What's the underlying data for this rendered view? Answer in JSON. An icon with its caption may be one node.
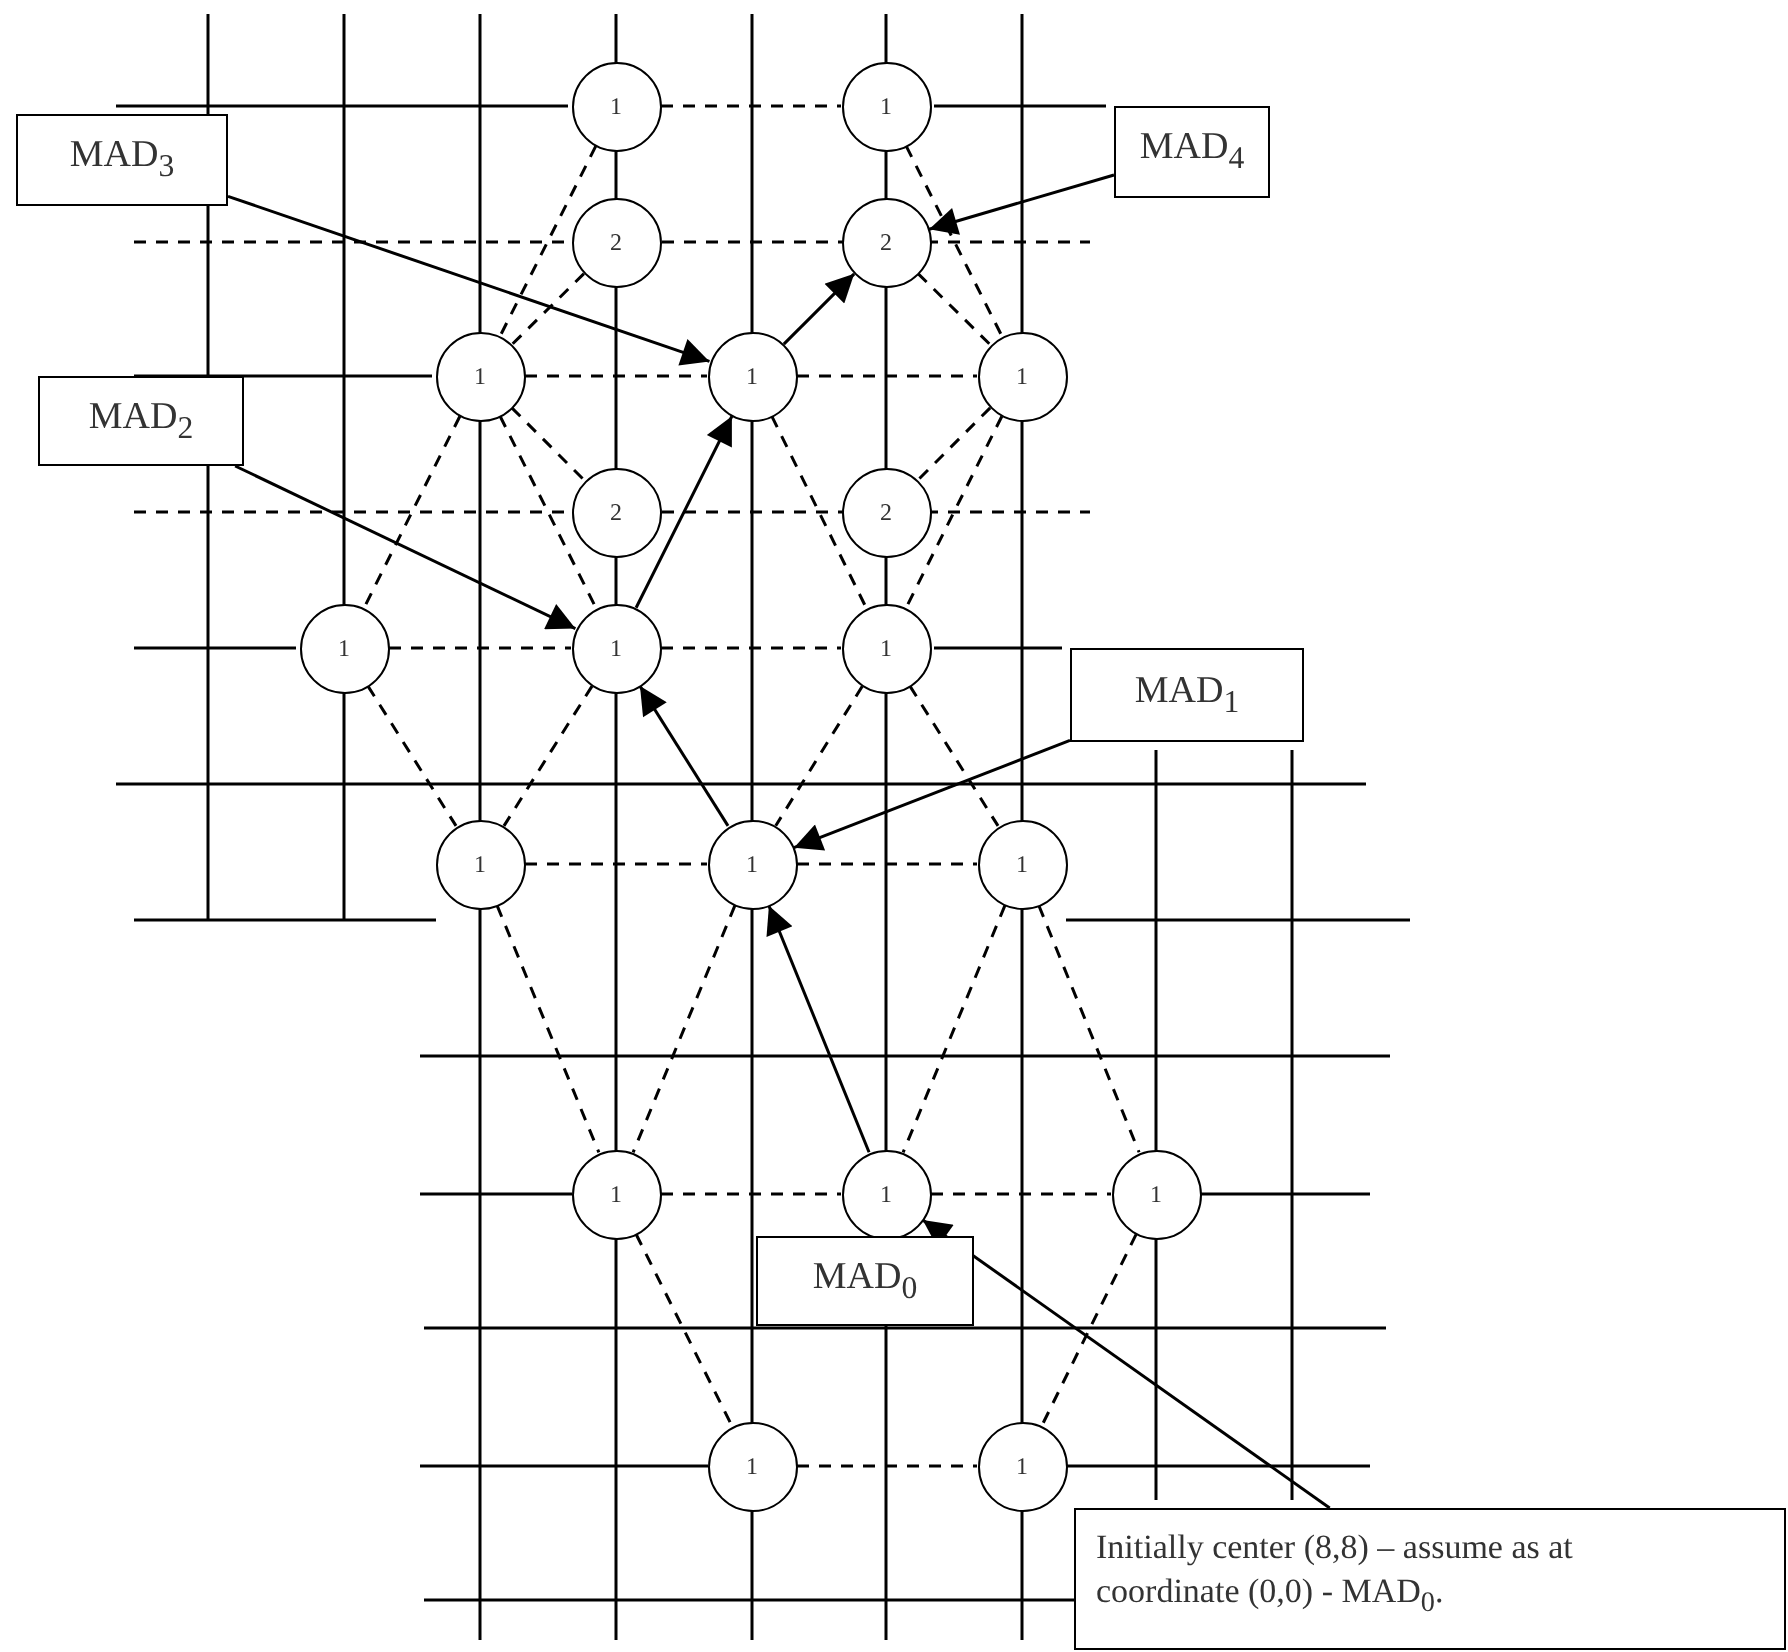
{
  "diagram": {
    "nodes": [
      {
        "text": [
          "1"
        ]
      },
      {
        "text": [
          "1"
        ]
      },
      {
        "text": [
          "MAD$_{4}$"
        ]
      },
      {
        "text": [
          "MAD$_{3}$"
        ]
      },
      {
        "text": [
          "2"
        ]
      },
      {
        "text": [
          "2"
        ]
      },
      {
        "text": [
          "1"
        ]
      },
      {
        "text": [
          "1"
        ]
      },
      {
        "text": [
          "1"
        ]
      },
      {
        "text": [
          "MAD$_{2}$"
        ]
      },
      {
        "text": [
          "2"
        ]
      },
      {
        "text": [
          "2"
        ]
      },
      {
        "text": [
          "1"
        ]
      },
      {
        "text": [
          "1"
        ]
      },
      {
        "text": [
          "1"
        ]
      },
      {
        "text": [
          "MAD$_{1}$"
        ]
      },
      {
        "text": [
          "1"
        ]
      },
      {
        "text": [
          "1"
        ]
      },
      {
        "text": [
          "1"
        ]
      },
      {
        "text": [
          "1"
        ]
      },
      {
        "text": [
          "1"
        ]
      },
      {
        "text": [
          "1"
        ]
      },
      {
        "text": [
          "MAD$_{0}$"
        ]
      },
      {
        "text": [
          "1"
        ]
      },
      {
        "text": [
          "1"
        ]
      },
      {
        "text": [
          "Initially center (8,8) – assume as at coordinate (0,0) - MAD$_{0}$."
        ]
      }
    ],
    "edges": [
      {
        "from": 3,
        "to": 7,
        "arrow": "to"
      },
      {
        "from": 2,
        "to": 5,
        "arrow": "to"
      },
      {
        "from": 9,
        "to": 13,
        "arrow": "to"
      },
      {
        "from": 15,
        "to": 17,
        "arrow": "to"
      },
      {
        "from": 25,
        "to": 20,
        "arrow": "to"
      },
      {
        "from": 20,
        "to": 17,
        "arrow": "to"
      },
      {
        "from": 17,
        "to": 13,
        "arrow": "to"
      },
      {
        "from": 13,
        "to": 7,
        "arrow": "to"
      },
      {
        "from": 7,
        "to": 5,
        "arrow": "to"
      },
      {
        "from": 0,
        "to": 1,
        "arrow": "none",
        "style": "dashed"
      },
      {
        "from": 6,
        "to": 7,
        "arrow": "none",
        "style": "dashed"
      },
      {
        "from": 7,
        "to": 8,
        "arrow": "none",
        "style": "dashed"
      },
      {
        "from": 12,
        "to": 13,
        "arrow": "none",
        "style": "dashed"
      },
      {
        "from": 13,
        "to": 14,
        "arrow": "none",
        "style": "dashed"
      },
      {
        "from": 16,
        "to": 17,
        "arrow": "none",
        "style": "dashed"
      },
      {
        "from": 17,
        "to": 18,
        "arrow": "none",
        "style": "dashed"
      },
      {
        "from": 19,
        "to": 20,
        "arrow": "none",
        "style": "dashed"
      },
      {
        "from": 20,
        "to": 21,
        "arrow": "none",
        "style": "dashed"
      },
      {
        "from": 23,
        "to": 24,
        "arrow": "none",
        "style": "dashed"
      },
      {
        "from": 0,
        "to": 6,
        "arrow": "none",
        "style": "dashed"
      },
      {
        "from": 4,
        "to": 6,
        "arrow": "none",
        "style": "dashed"
      },
      {
        "from": 6,
        "to": 10,
        "arrow": "none",
        "style": "dashed"
      },
      {
        "from": 6,
        "to": 13,
        "arrow": "none",
        "style": "dashed"
      },
      {
        "from": 6,
        "to": 12,
        "arrow": "none",
        "style": "dashed"
      },
      {
        "from": 7,
        "to": 14,
        "arrow": "none",
        "style": "dashed"
      },
      {
        "from": 1,
        "to": 8,
        "arrow": "none",
        "style": "dashed"
      },
      {
        "from": 5,
        "to": 8,
        "arrow": "none",
        "style": "dashed"
      },
      {
        "from": 8,
        "to": 11,
        "arrow": "none",
        "style": "dashed"
      },
      {
        "from": 8,
        "to": 14,
        "arrow": "none",
        "style": "dashed"
      },
      {
        "from": 12,
        "to": 16,
        "arrow": "none",
        "style": "dashed"
      },
      {
        "from": 13,
        "to": 16,
        "arrow": "none",
        "style": "dashed"
      },
      {
        "from": 14,
        "to": 17,
        "arrow": "none",
        "style": "dashed"
      },
      {
        "from": 14,
        "to": 18,
        "arrow": "none",
        "style": "dashed"
      },
      {
        "from": 16,
        "to": 19,
        "arrow": "none",
        "style": "dashed"
      },
      {
        "from": 17,
        "to": 19,
        "arrow": "none",
        "style": "dashed"
      },
      {
        "from": 18,
        "to": 20,
        "arrow": "none",
        "style": "dashed"
      },
      {
        "from": 18,
        "to": 21,
        "arrow": "none",
        "style": "dashed"
      },
      {
        "from": 19,
        "to": 23,
        "arrow": "none",
        "style": "dashed"
      },
      {
        "from": 21,
        "to": 24,
        "arrow": "none",
        "style": "dashed"
      }
    ]
  }
}
